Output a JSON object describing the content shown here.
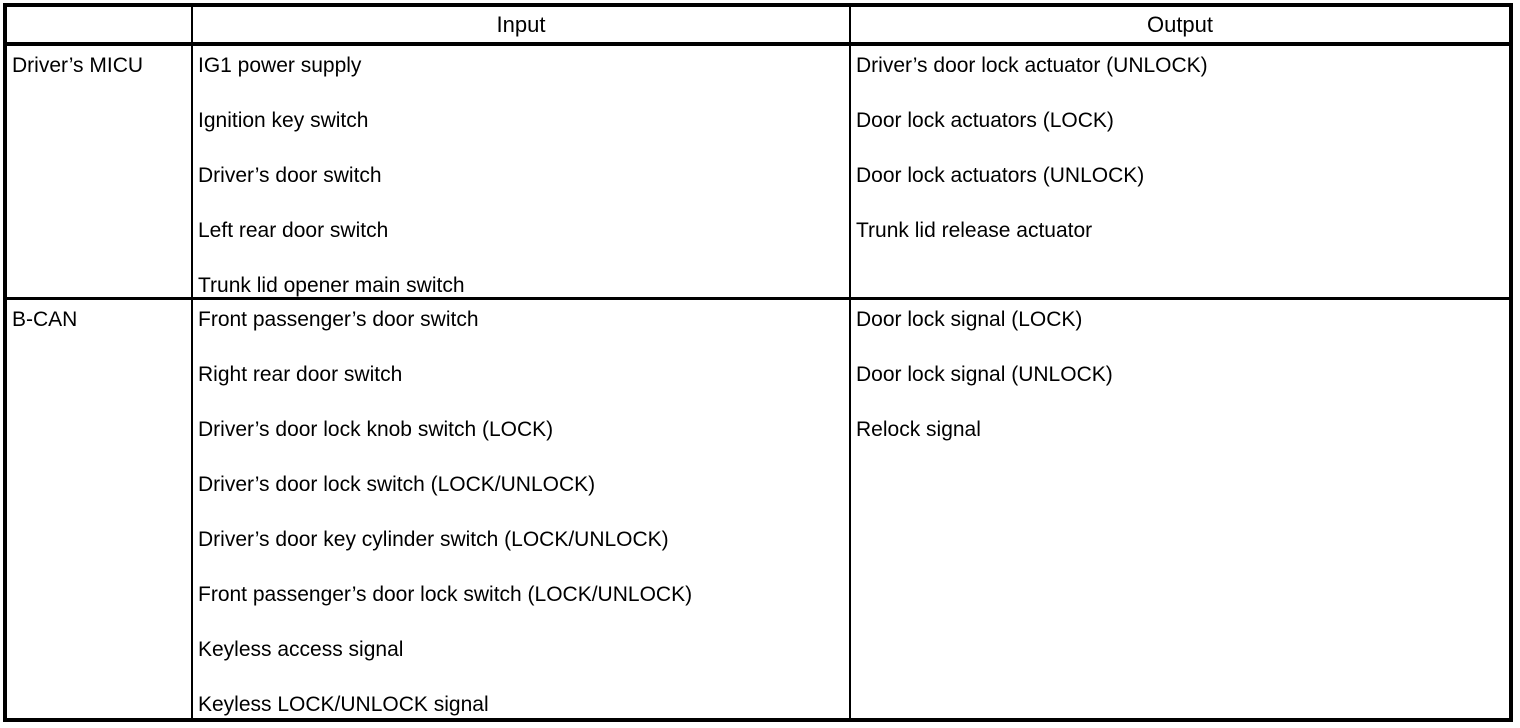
{
  "colors": {
    "border": "#000000",
    "text": "#000000",
    "background": "#ffffff"
  },
  "table": {
    "header": {
      "corner": "",
      "input": "Input",
      "output": "Output"
    },
    "rows": [
      {
        "source": "Driver’s MICU",
        "inputs": [
          "IG1 power supply",
          "Ignition key switch",
          "Driver’s door switch",
          "Left rear door switch",
          "Trunk lid opener main switch"
        ],
        "outputs": [
          "Driver’s door lock actuator (UNLOCK)",
          "Door lock actuators (LOCK)",
          "Door lock actuators (UNLOCK)",
          "Trunk lid release actuator"
        ]
      },
      {
        "source": "B-CAN",
        "inputs": [
          "Front passenger’s door switch",
          "Right rear door switch",
          "Driver’s door lock knob switch (LOCK)",
          "Driver’s door lock switch (LOCK/UNLOCK)",
          "Driver’s door key cylinder switch (LOCK/UNLOCK)",
          "Front passenger’s door lock switch (LOCK/UNLOCK)",
          "Keyless access signal",
          "Keyless LOCK/UNLOCK signal"
        ],
        "outputs": [
          "Door lock signal (LOCK)",
          "Door lock signal (UNLOCK)",
          "Relock signal"
        ]
      }
    ]
  }
}
